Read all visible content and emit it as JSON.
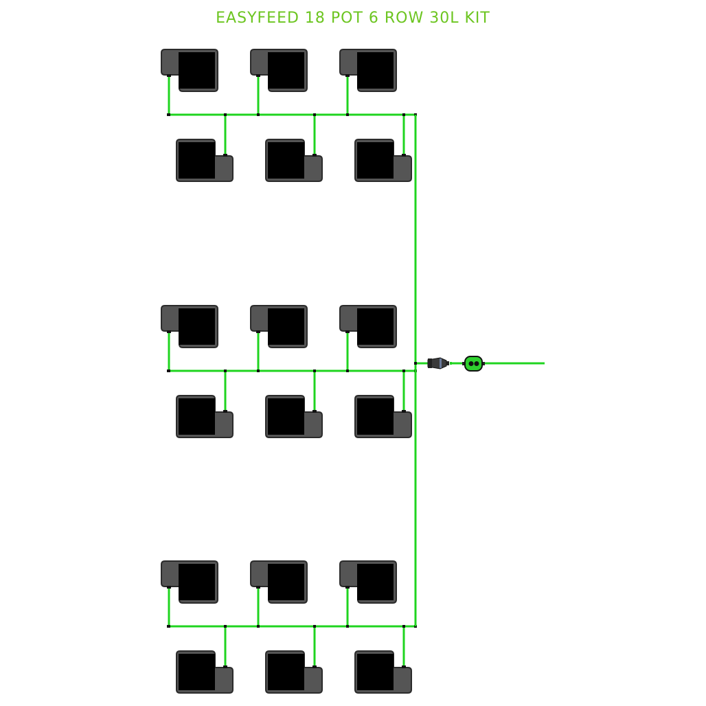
{
  "title": "EASYFEED 18 POT 6 ROW 30L KIT",
  "kit": {
    "pots": 18,
    "rows": 6,
    "pots_per_row": 3,
    "groups": 3,
    "volume": "30L"
  },
  "colors": {
    "tube": "#1fd41f",
    "title": "#6cc520",
    "pot_fill": "#000000",
    "pot_tray": "#555555",
    "pot_outline": "#2b2b2b",
    "valve_body": "#2fd12f"
  },
  "icons": [
    "pot-icon",
    "tap-connector-icon",
    "shutoff-valve-icon"
  ]
}
